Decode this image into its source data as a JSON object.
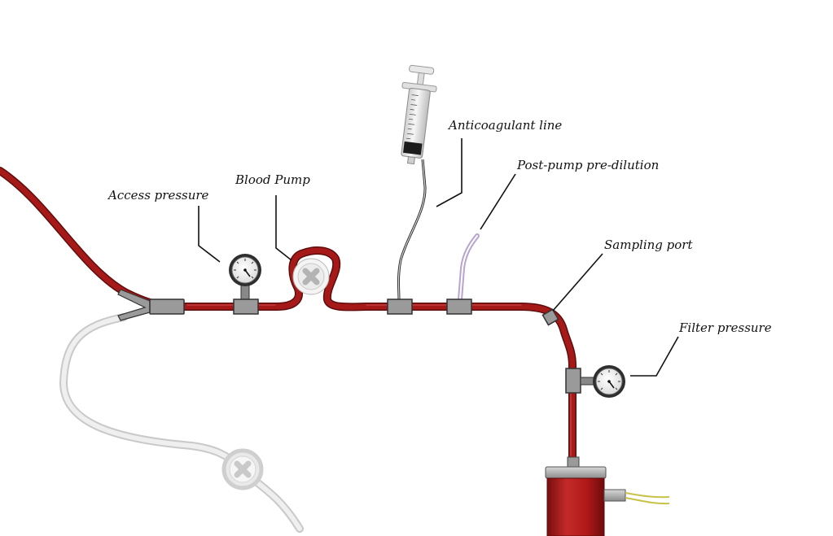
{
  "labels": {
    "access_pressure": "Access pressure",
    "blood_pump": "Blood Pump",
    "anticoagulant_line": "Anticoagulant line",
    "post_pump_pre_dilution": "Post-pump pre-dilution",
    "sampling_port": "Sampling port",
    "filter_pressure": "Filter pressure"
  },
  "colors": {
    "blood_tube": "#a51919",
    "return_tube": "#efefef",
    "connector": "#9a9a9a",
    "prediluation_line": "#b9a4cf",
    "effluent_line": "#c8c24a",
    "filter_body": "#b01818"
  },
  "icons": {
    "pump": "x-cross-pump-icon",
    "gauge": "pressure-gauge-icon",
    "syringe": "syringe-icon"
  }
}
